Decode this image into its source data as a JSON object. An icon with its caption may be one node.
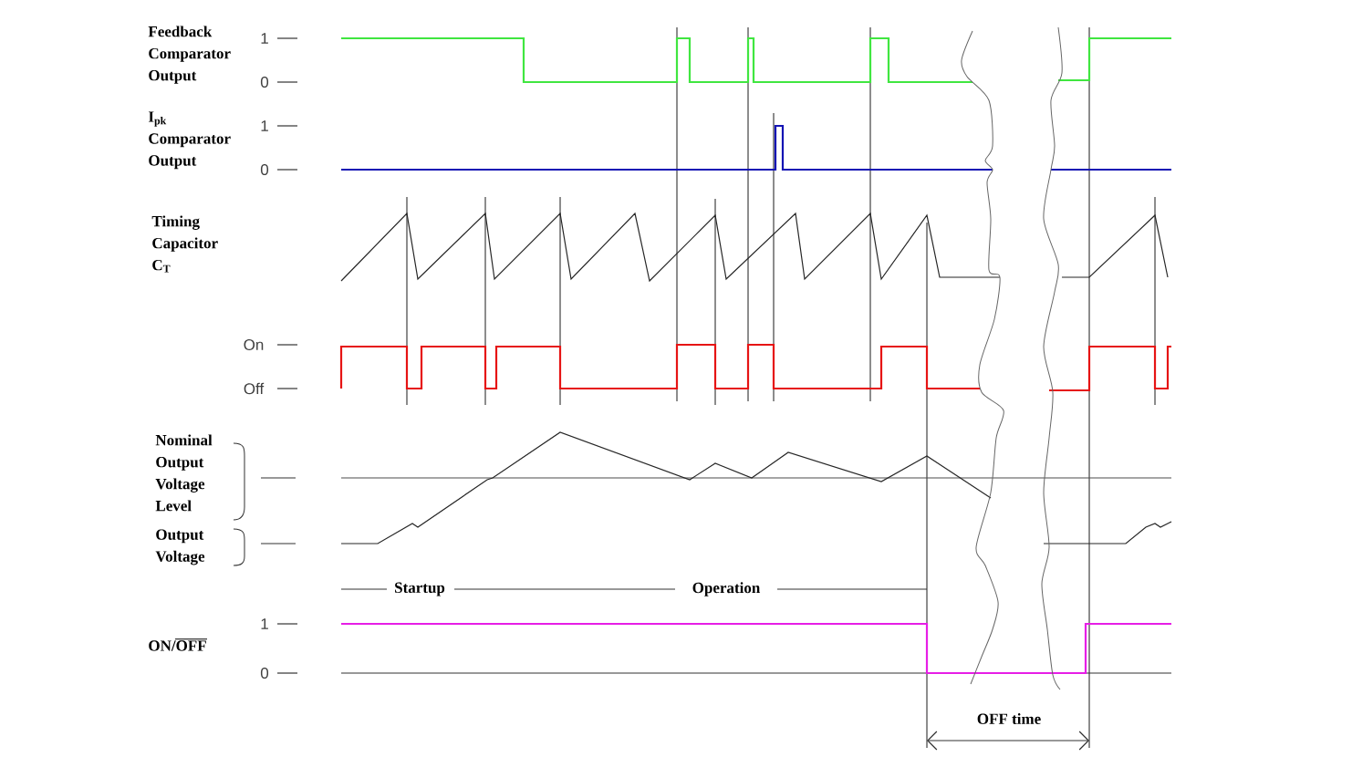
{
  "diagram": {
    "labels": [
      "Feedback Comparator Output",
      "1",
      "0",
      "I$_{pk}$ Comparator Output",
      "1",
      "0",
      "Timing Capacitor C$_{T}$",
      "On",
      "Off",
      "Nominal Output Voltage Level",
      "Output Voltage",
      "Startup",
      "Operation",
      "1",
      "ON/OFF",
      "0",
      "OFF time"
    ]
  }
}
